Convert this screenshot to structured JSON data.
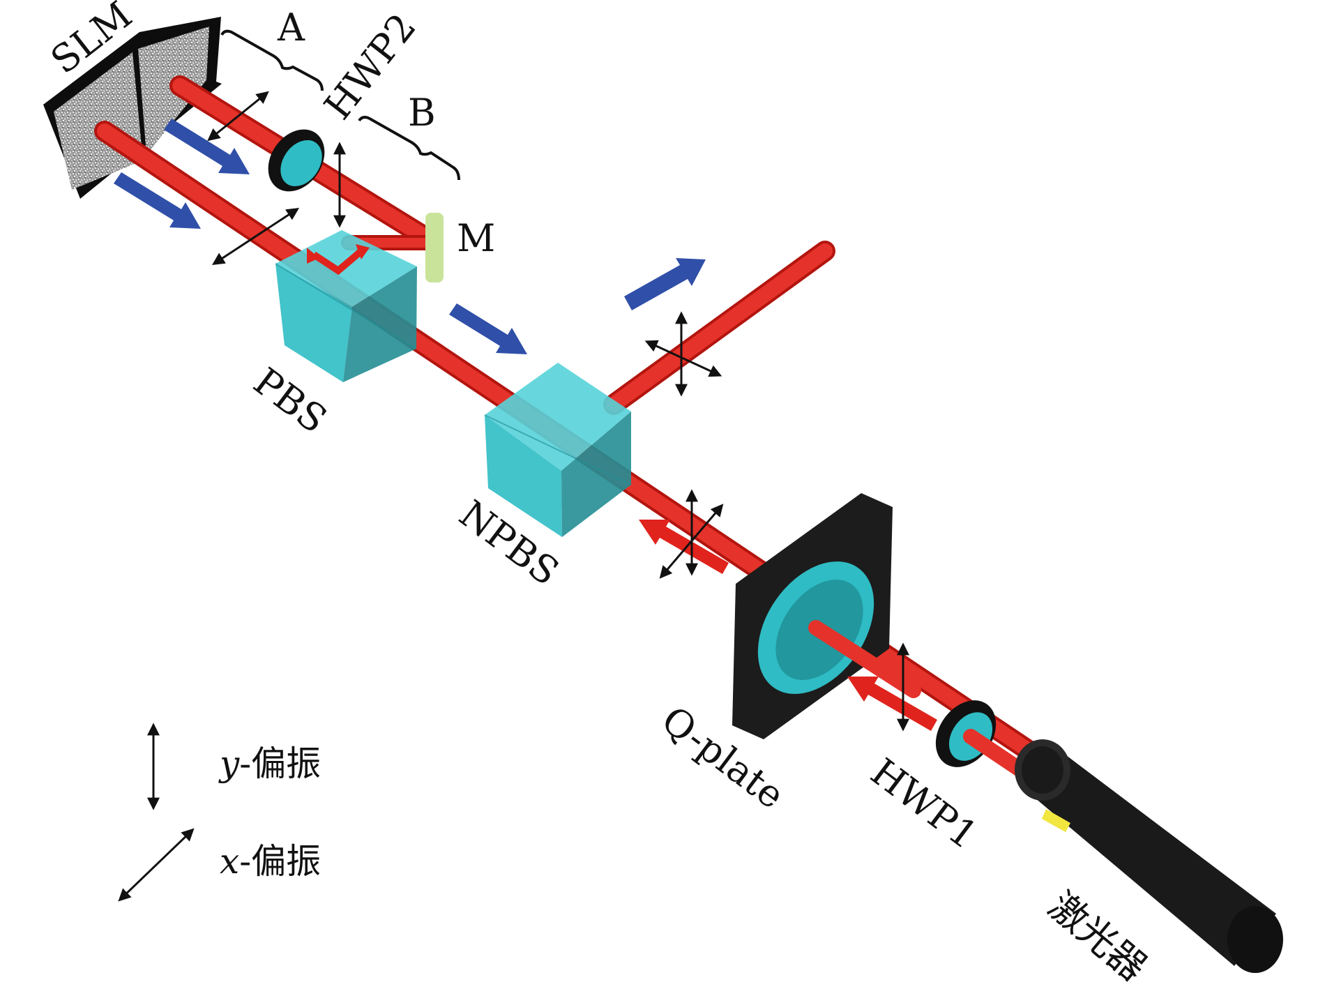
{
  "labels": {
    "slm": "SLM",
    "a": "A",
    "hwp2": "HWP2",
    "b": "B",
    "mirror": "M",
    "pbs": "PBS",
    "npbs": "NPBS",
    "qplate": "Q-plate",
    "hwp1": "HWP1",
    "laser": "激光器"
  },
  "legend": {
    "y_symbol": "y",
    "y_text": "-偏振",
    "x_symbol": "x",
    "x_text": "-偏振"
  },
  "colors": {
    "beam": "#e0231c",
    "cube": "#2fbcc4",
    "direction_arrow_blue": "#2f4fa8",
    "direction_arrow_red": "#e0231c",
    "mirror": "#c9e39a",
    "device_black": "#1c1c1c",
    "laser_marker": "#f2e640"
  }
}
